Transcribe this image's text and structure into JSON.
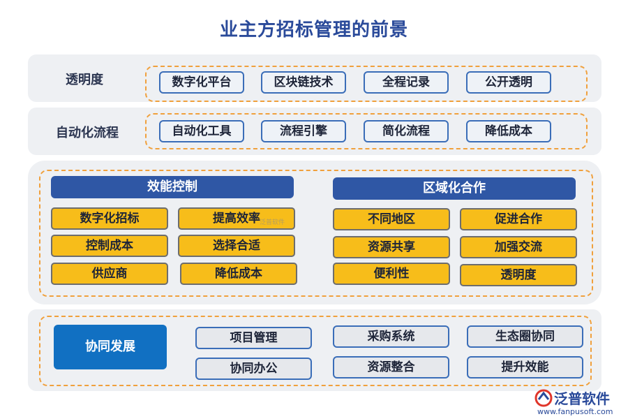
{
  "title": "业主方招标管理的前景",
  "row1": {
    "label": "透明度",
    "items": [
      "数字化平台",
      "区块链技术",
      "全程记录",
      "公开透明"
    ]
  },
  "row2": {
    "label": "自动化流程",
    "items": [
      "自动化工具",
      "流程引擎",
      "简化流程",
      "降低成本"
    ]
  },
  "efficiency": {
    "header": "效能控制",
    "items": [
      "数字化招标",
      "提高效率",
      "控制成本",
      "选择合适",
      "供应商",
      "降低成本"
    ]
  },
  "regional": {
    "header": "区域化合作",
    "items": [
      "不同地区",
      "促进合作",
      "资源共享",
      "加强交流",
      "便利性",
      "透明度"
    ]
  },
  "collab": {
    "label": "协同发展",
    "items": [
      "项目管理",
      "采购系统",
      "生态圈协同",
      "协同办公",
      "资源整合",
      "提升效能"
    ]
  },
  "logo": {
    "brand": "泛普软件",
    "url": "www.fanpusoft.com",
    "watermark": "泛普软件"
  },
  "colors": {
    "header_blue": "#2f57a5",
    "gold": "#f7bd1a",
    "block_blue": "#1170c2",
    "dashed_orange": "#f0a03c"
  }
}
